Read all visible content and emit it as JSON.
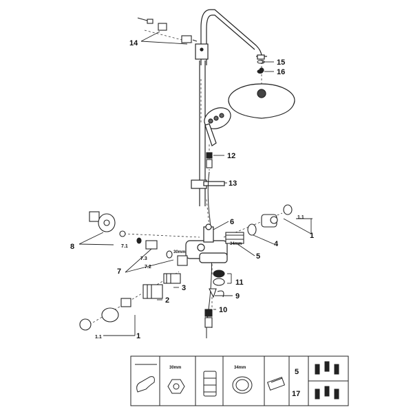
{
  "diagram": {
    "callouts": {
      "c1_top": "1",
      "c1_bottom": "1",
      "c1_1_top": "1.1",
      "c1_1_bottom": "1.1",
      "c2": "2",
      "c3": "3",
      "c4": "4",
      "c5": "5",
      "c6": "6",
      "c7": "7",
      "c7_1": "7.1",
      "c7_2": "7.2",
      "c7_3": "7.3",
      "c8": "8",
      "c9": "9",
      "c10": "10",
      "c11": "11",
      "c12": "12",
      "c13": "13",
      "c14": "14",
      "c15": "15",
      "c16": "16"
    },
    "dimension_30": "30mm",
    "dimension_34": "34mm",
    "tool_legend": {
      "nut_size": "30mm",
      "ring_size": "34mm",
      "ref_a": "5",
      "ref_b": "17"
    }
  }
}
